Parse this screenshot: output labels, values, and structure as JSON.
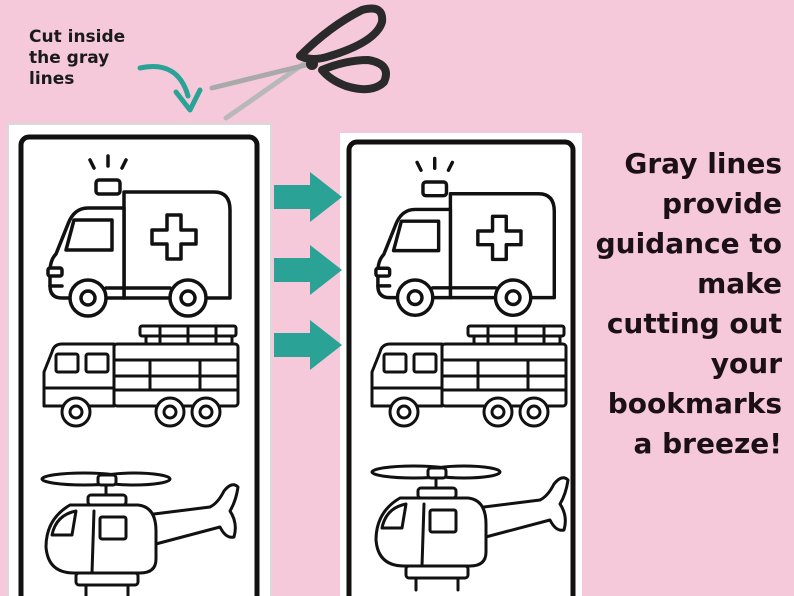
{
  "callout": {
    "lines": [
      "Cut inside",
      "the gray",
      "lines"
    ]
  },
  "tagline": {
    "lines": [
      "Gray lines",
      "provide",
      "guidance to",
      "make",
      "cutting out",
      "your",
      "bookmarks",
      "a breeze!"
    ]
  },
  "colors": {
    "background": "#f6c9da",
    "arrow": "#2aa396",
    "text": "#1c1018",
    "border": "#111111",
    "gray_margin": "#d9d9d9"
  },
  "icons": [
    "scissors-icon",
    "curved-arrow-icon",
    "right-arrow-icon",
    "ambulance-icon",
    "fire-truck-icon",
    "helicopter-icon"
  ]
}
